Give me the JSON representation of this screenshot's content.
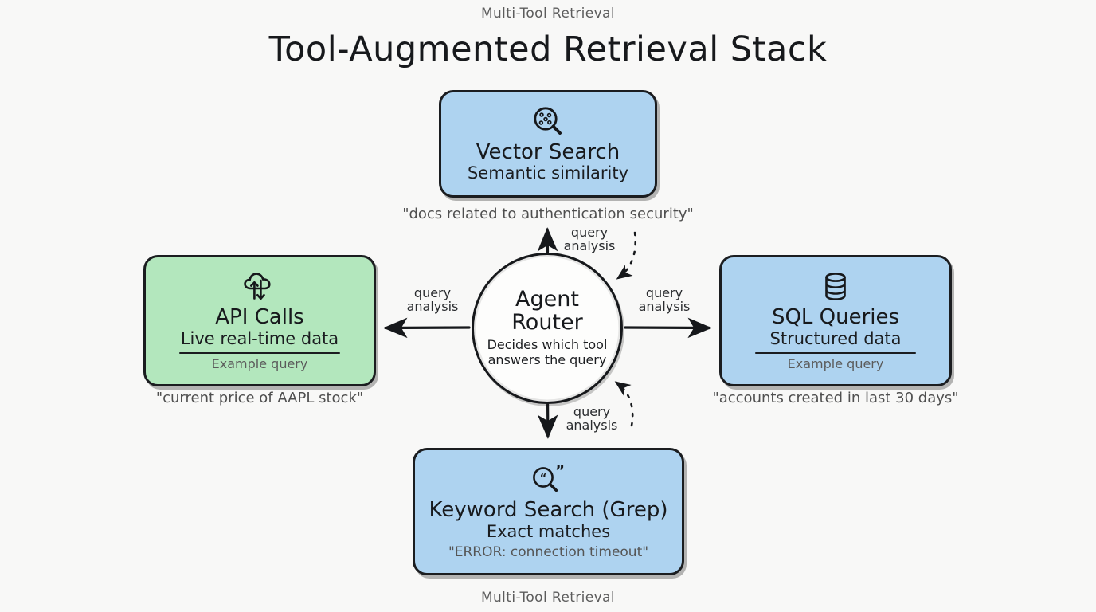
{
  "page": {
    "caption_top": "Multi-Tool Retrieval",
    "caption_bottom": "Multi-Tool Retrieval",
    "title": "Tool-Augmented Retrieval Stack",
    "background_color": "#f8f8f7",
    "ink_color": "#17191c",
    "muted_text_color": "#5b5b5b"
  },
  "router": {
    "title_line1": "Agent",
    "title_line2": "Router",
    "sub_line1": "Decides which tool",
    "sub_line2": "answers the query"
  },
  "nodes": [
    {
      "id": "vector-search",
      "icon": "magnifier-dots-icon",
      "title": "Vector Search",
      "subtitle": "Semantic similarity",
      "has_divider": false,
      "example_label": "",
      "inline_query": "",
      "outside_query": "\"docs related to authentication security\"",
      "fill_color": "#aed3f0",
      "position": "top"
    },
    {
      "id": "api-calls",
      "icon": "cloud-sync-icon",
      "title": "API Calls",
      "subtitle": "Live real-time data",
      "has_divider": true,
      "example_label": "Example query",
      "inline_query": "",
      "outside_query": "\"current price of AAPL stock\"",
      "fill_color": "#b3e7bd",
      "position": "left"
    },
    {
      "id": "sql-queries",
      "icon": "database-icon",
      "title": "SQL Queries",
      "subtitle": "Structured data",
      "has_divider": true,
      "example_label": "Example query",
      "inline_query": "",
      "outside_query": "\"accounts created in last 30 days\"",
      "fill_color": "#aed3f0",
      "position": "right"
    },
    {
      "id": "keyword-search",
      "icon": "magnifier-quotes-icon",
      "title": "Keyword Search (Grep)",
      "subtitle": "Exact matches",
      "has_divider": false,
      "example_label": "",
      "inline_query": "\"ERROR: connection timeout\"",
      "outside_query": "",
      "fill_color": "#aed3f0",
      "position": "bottom"
    }
  ],
  "arrows": {
    "up_label_line1": "query",
    "up_label_line2": "analysis",
    "down_label_line1": "query",
    "down_label_line2": "analysis",
    "left_label_line1": "query",
    "left_label_line2": "analysis",
    "right_label_line1": "query",
    "right_label_line2": "analysis"
  }
}
